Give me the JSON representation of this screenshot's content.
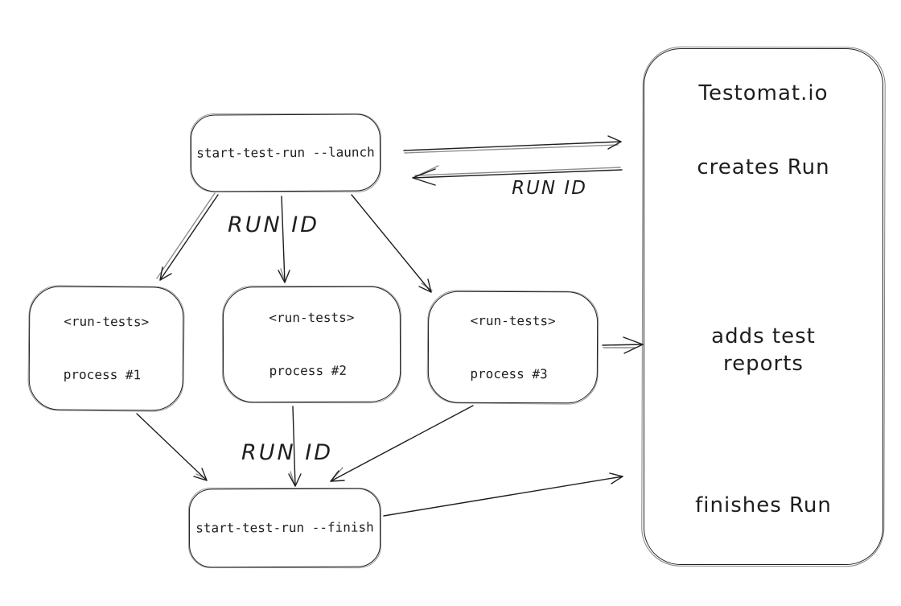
{
  "colors": {
    "stroke": "#1e1e1e",
    "background": "#ffffff"
  },
  "nodes": {
    "launch": {
      "label": "start-test-run --launch"
    },
    "process1": {
      "line1": "<run-tests>",
      "line2": "process #1"
    },
    "process2": {
      "line1": "<run-tests>",
      "line2": "process #2"
    },
    "process3": {
      "line1": "<run-tests>",
      "line2": "process #3"
    },
    "finish": {
      "label": "start-test-run --finish"
    }
  },
  "testomat_panel": {
    "title": "Testomat.io",
    "steps": [
      "creates Run",
      "adds test reports",
      "finishes Run"
    ]
  },
  "edge_labels": {
    "run_id_return": "RUN ID",
    "run_id_fanout": "RUN ID",
    "run_id_collect": "RUN ID"
  }
}
